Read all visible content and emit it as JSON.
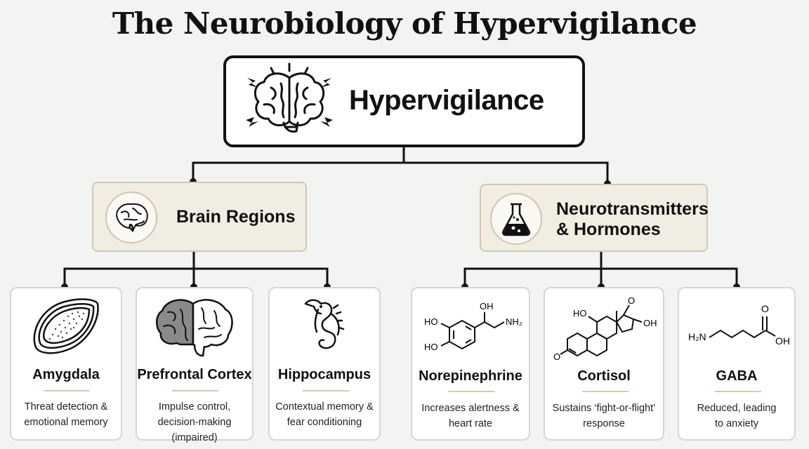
{
  "title": "The Neurobiology of Hypervigilance",
  "root": {
    "label": "Hypervigilance",
    "icon": "brain-alert-icon"
  },
  "categories": [
    {
      "label": "Brain Regions",
      "icon": "brain-section-icon"
    },
    {
      "label": "Neurotransmitters & Hormones",
      "icon": "flask-icon"
    }
  ],
  "regions": [
    {
      "name": "Amygdala",
      "desc_1": "Threat detection &",
      "desc_2": "emotional memory",
      "icon": "amygdala-icon"
    },
    {
      "name": "Prefrontal Cortex",
      "desc_1": "Impulse control,",
      "desc_2": "decision-making (impaired)",
      "icon": "brain-cortex-icon"
    },
    {
      "name": "Hippocampus",
      "desc_1": "Contextual memory &",
      "desc_2": "fear conditioning",
      "icon": "seahorse-icon"
    }
  ],
  "chemicals": [
    {
      "name": "Norepinephrine",
      "desc_1": "Increases alertness &",
      "desc_2": "heart rate",
      "icon": "norepinephrine-structure-icon",
      "atoms": {
        "oh_top": "OH",
        "ho_1": "HO",
        "ho_2": "HO",
        "nh2": "NH₂"
      }
    },
    {
      "name": "Cortisol",
      "desc_1": "Sustains ‘fight-or-flight’",
      "desc_2": "response",
      "icon": "cortisol-structure-icon",
      "atoms": {
        "ho": "HO",
        "o_top": "O",
        "oh": "OH",
        "o_left": "O"
      }
    },
    {
      "name": "GABA",
      "desc_1": "Reduced, leading",
      "desc_2": "to anxiety",
      "icon": "gaba-structure-icon",
      "atoms": {
        "h2n": "H₂N",
        "o": "O",
        "oh": "OH"
      }
    }
  ]
}
